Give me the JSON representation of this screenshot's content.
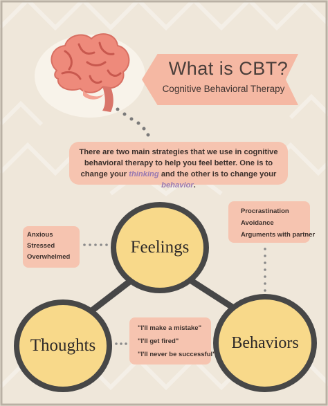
{
  "header": {
    "title": "What is CBT?",
    "subtitle": "Cognitive Behavioral Therapy"
  },
  "intro": {
    "part1": "There are two main strategies that we use in cognitive behavioral therapy to help you feel better. One is to change your ",
    "emphasis1": "thinking",
    "part2": " and the other is to change your ",
    "emphasis2": "behavior",
    "part3": "."
  },
  "nodes": {
    "feelings": "Feelings",
    "thoughts": "Thoughts",
    "behaviors": "Behaviors"
  },
  "feelings_examples": [
    "Anxious",
    "Stressed",
    "Overwhelmed"
  ],
  "behaviors_examples": [
    "Procrastination",
    "Avoidance",
    "Arguments with partner"
  ],
  "thoughts_examples": [
    "\"I'll make a mistake\"",
    "\"I'll get fired\"",
    "\"I'll never be successful\""
  ],
  "colors": {
    "background": "#efe7da",
    "accent_peach": "#f6c4b0",
    "node_fill": "#f8d98a",
    "node_border": "#474747",
    "brain": "#ee8a7b",
    "emphasis_text": "#9a7ab0"
  },
  "icons": [
    "brain-icon"
  ]
}
